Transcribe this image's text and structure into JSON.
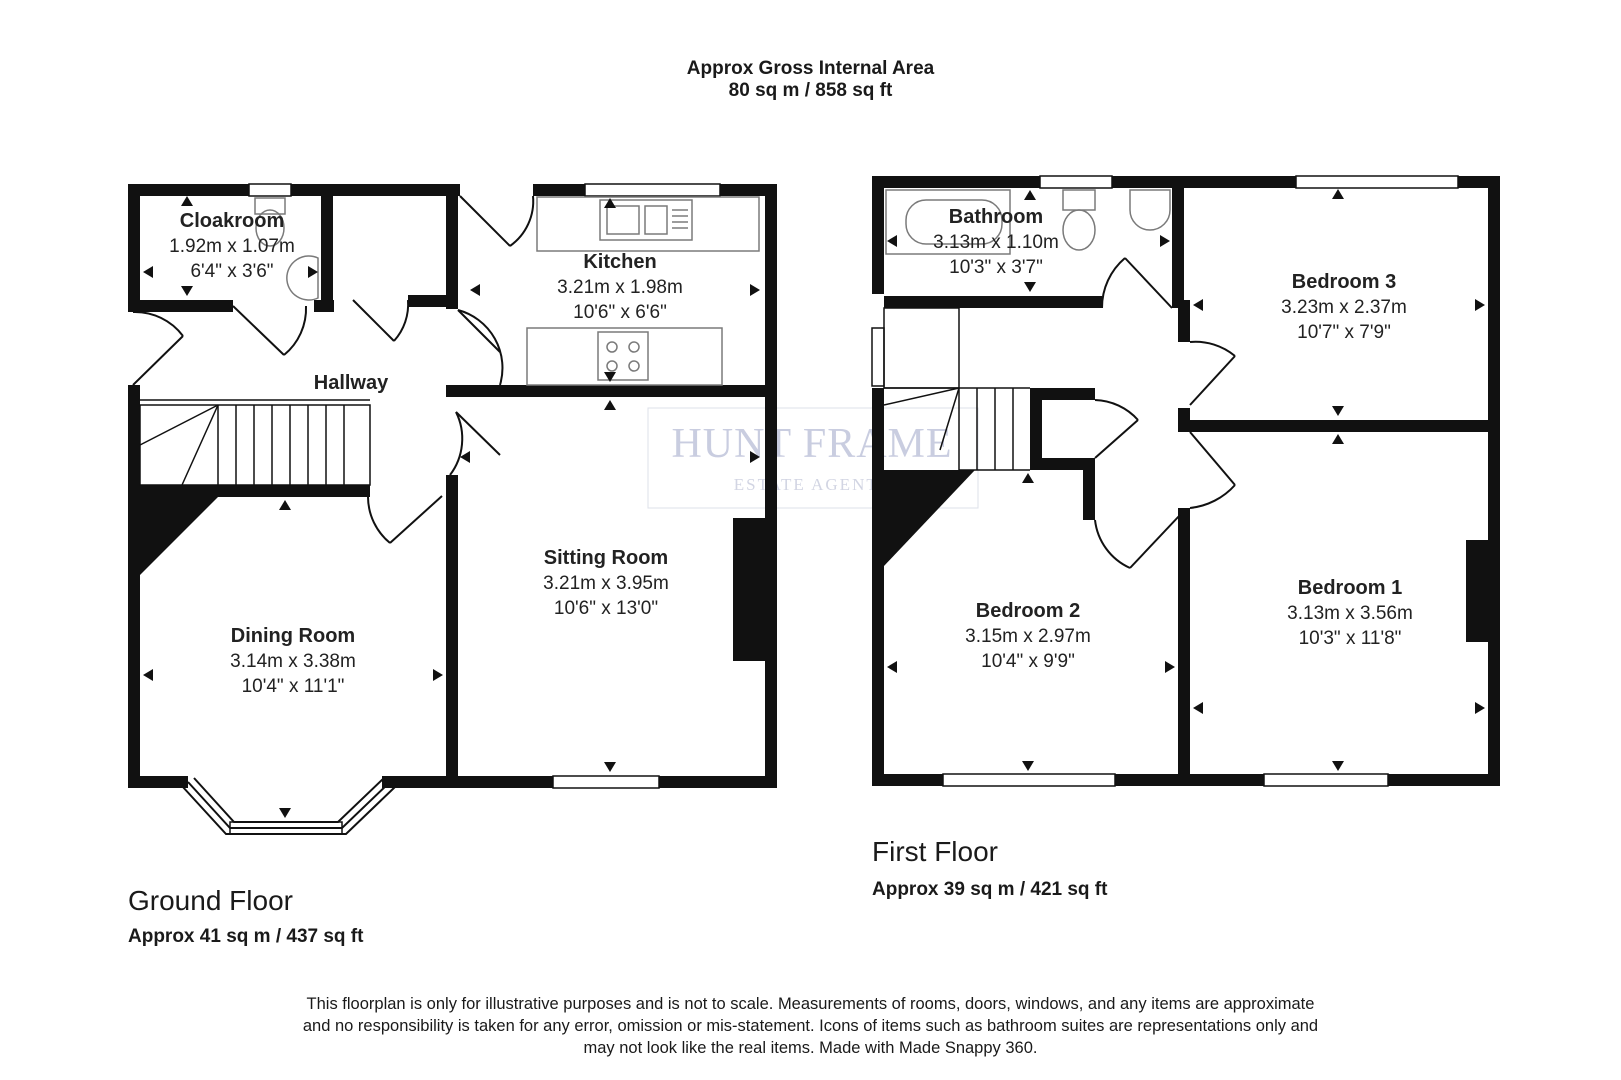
{
  "header": {
    "title": "Approx Gross Internal Area",
    "area": "80 sq m / 858 sq ft"
  },
  "floors": {
    "ground": {
      "name": "Ground Floor",
      "area": "Approx 41 sq m / 437 sq ft"
    },
    "first": {
      "name": "First Floor",
      "area": "Approx 39 sq m / 421 sq ft"
    }
  },
  "rooms": {
    "cloakroom": {
      "name": "Cloakroom",
      "metric": "1.92m x 1.07m",
      "imperial": "6'4\" x 3'6\""
    },
    "kitchen": {
      "name": "Kitchen",
      "metric": "3.21m x 1.98m",
      "imperial": "10'6\" x 6'6\""
    },
    "hallway": {
      "name": "Hallway"
    },
    "sitting": {
      "name": "Sitting Room",
      "metric": "3.21m x 3.95m",
      "imperial": "10'6\" x 13'0\""
    },
    "dining": {
      "name": "Dining Room",
      "metric": "3.14m x 3.38m",
      "imperial": "10'4\" x 11'1\""
    },
    "bathroom": {
      "name": "Bathroom",
      "metric": "3.13m x 1.10m",
      "imperial": "10'3\" x 3'7\""
    },
    "bedroom3": {
      "name": "Bedroom 3",
      "metric": "3.23m x 2.37m",
      "imperial": "10'7\" x 7'9\""
    },
    "bedroom2": {
      "name": "Bedroom 2",
      "metric": "3.15m x 2.97m",
      "imperial": "10'4\" x 9'9\""
    },
    "bedroom1": {
      "name": "Bedroom 1",
      "metric": "3.13m x 3.56m",
      "imperial": "10'3\" x 11'8\""
    }
  },
  "watermark": {
    "line1": "HUNT FRAME",
    "line2": "ESTATE AGENTS"
  },
  "disclaimer": {
    "line1": "This floorplan is only for illustrative purposes and is not to scale. Measurements of rooms, doors, windows, and any items are approximate",
    "line2": "and no responsibility is taken for any error, omission or mis-statement. Icons of items such as bathroom suites are representations only and",
    "line3": "may not look like the real items. Made with Made Snappy 360."
  },
  "colors": {
    "wall": "#111111",
    "fixture": "#7a7a7a",
    "watermark": "#c9cde0"
  }
}
